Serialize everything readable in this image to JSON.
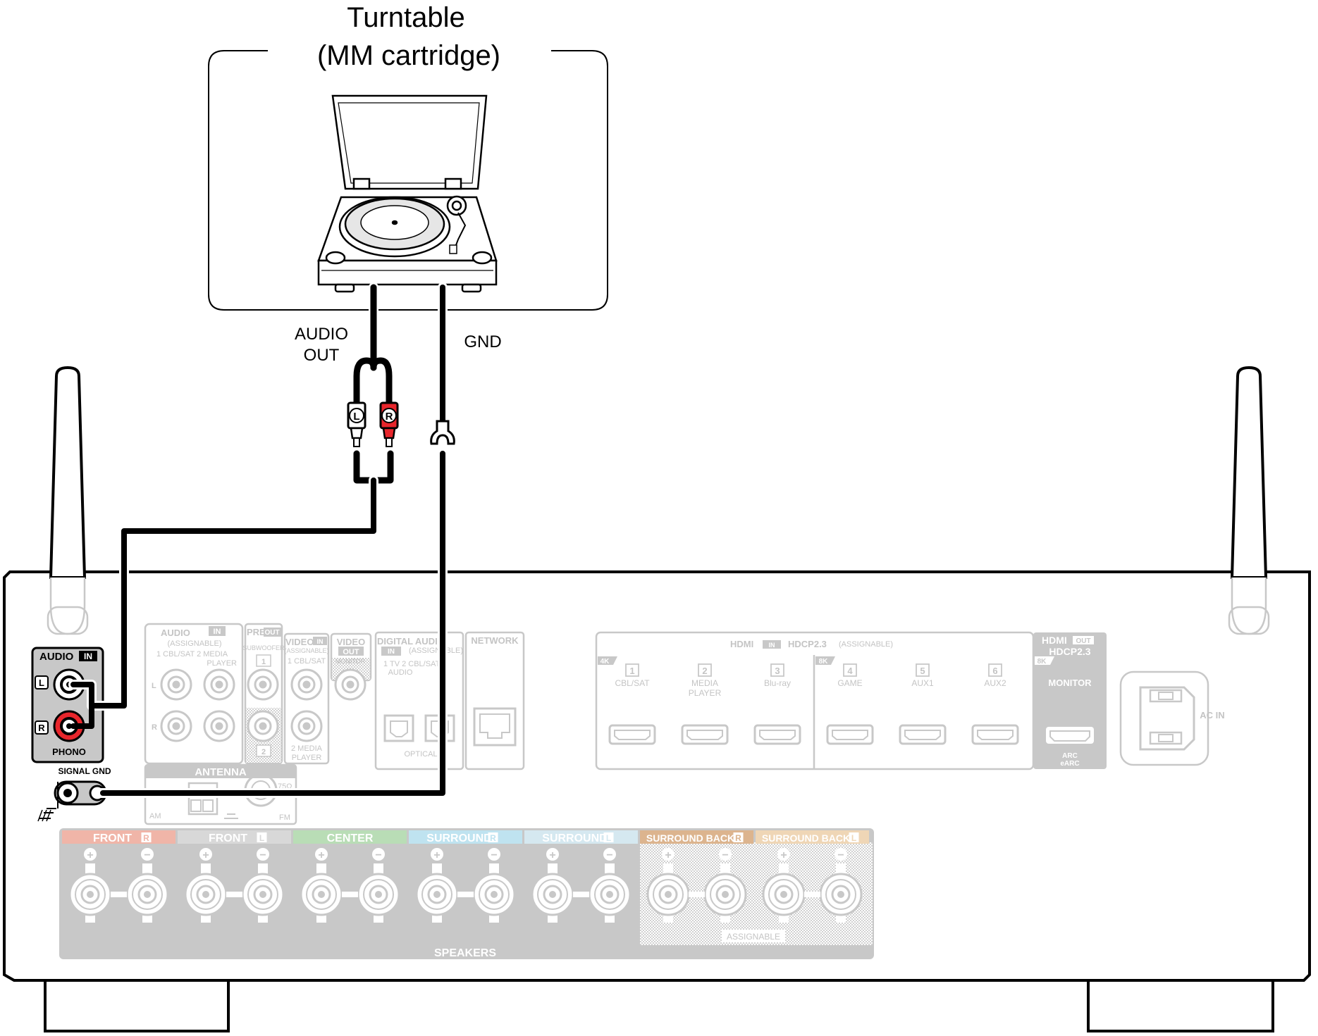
{
  "turntable": {
    "title_line1": "Turntable",
    "title_line2": "(MM cartridge)"
  },
  "cables": {
    "audio_out_line1": "AUDIO",
    "audio_out_line2": "OUT",
    "gnd": "GND",
    "plug_l": "L",
    "plug_r": "R"
  },
  "phono_panel": {
    "audio": "AUDIO",
    "in": "IN",
    "l": "L",
    "r": "R",
    "phono": "PHONO",
    "signal_gnd": "SIGNAL GND"
  },
  "audio_in": {
    "title": "AUDIO",
    "in": "IN",
    "assignable": "(ASSIGNABLE)",
    "labels": "1 CBL/SAT  2  MEDIA",
    "player": "PLAYER",
    "l": "L",
    "r": "R"
  },
  "preout": {
    "pre": "PRE",
    "out": "OUT",
    "subwoofer": "SUBWOOFER",
    "n1": "1",
    "n2": "2"
  },
  "video_in": {
    "title": "VIDEO",
    "in": "IN",
    "assignable": "(ASSIGNABLE)",
    "cbl": "1 CBL/SAT",
    "media": "2 MEDIA",
    "player": "PLAYER"
  },
  "video_out": {
    "title": "VIDEO",
    "out": "OUT",
    "monitor": "MONITOR"
  },
  "digital_audio": {
    "title": "DIGITAL AUDIO",
    "in": "IN",
    "assignable": "(ASSIGNABLE)",
    "labels": "1  TV    2 CBL/SAT",
    "audio": "AUDIO",
    "optical": "OPTICAL"
  },
  "network": {
    "title": "NETWORK"
  },
  "antenna": {
    "title": "ANTENNA",
    "am": "AM",
    "fm": "FM",
    "ohm": "75Ω"
  },
  "hdmi_in": {
    "title": "HDMI",
    "in": "IN",
    "hdcp": "HDCP2.3",
    "assignable": "(ASSIGNABLE)",
    "badge_4k": "4K",
    "badge_8k": "8K",
    "ports": [
      {
        "num": "1",
        "label": "CBL/SAT",
        "label2": ""
      },
      {
        "num": "2",
        "label": "MEDIA",
        "label2": "PLAYER"
      },
      {
        "num": "3",
        "label": "Blu-ray",
        "label2": ""
      },
      {
        "num": "4",
        "label": "GAME",
        "label2": ""
      },
      {
        "num": "5",
        "label": "AUX1",
        "label2": ""
      },
      {
        "num": "6",
        "label": "AUX2",
        "label2": ""
      }
    ]
  },
  "hdmi_out": {
    "title": "HDMI",
    "out": "OUT",
    "hdcp": "HDCP2.3",
    "badge": "8K",
    "monitor": "MONITOR",
    "arc": "ARC",
    "earc": "eARC"
  },
  "ac_in": {
    "label": "AC IN"
  },
  "speakers": {
    "title": "SPEAKERS",
    "assignable": "ASSIGNABLE",
    "plus": "+",
    "minus": "−",
    "groups": [
      {
        "label": "FRONT",
        "side": "R",
        "color": "#f0b5a8"
      },
      {
        "label": "FRONT",
        "side": "L",
        "color": "#d8d8d8"
      },
      {
        "label": "CENTER",
        "side": "",
        "color": "#b9ddb6"
      },
      {
        "label": "SURROUND",
        "side": "R",
        "color": "#bfe3f0"
      },
      {
        "label": "SURROUND",
        "side": "L",
        "color": "#d5e8f0"
      },
      {
        "label": "SURROUND BACK",
        "side": "R",
        "color": "#dcb48e"
      },
      {
        "label": "SURROUND BACK",
        "side": "L",
        "color": "#efd6b6"
      }
    ]
  }
}
